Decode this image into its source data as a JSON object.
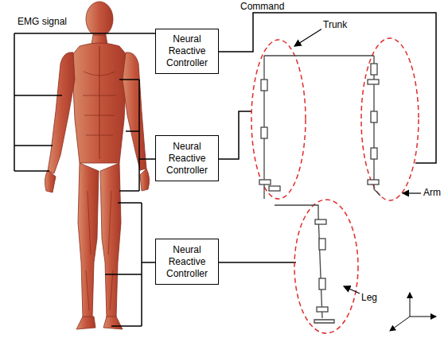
{
  "diagram": {
    "nodes": [
      {
        "text": [
          "Neural Reactive Controller"
        ]
      },
      {
        "text": [
          "Neural Reactive Controller"
        ]
      },
      {
        "text": [
          "Neural Reactive Controller"
        ]
      }
    ],
    "labels": [
      "EMG signal",
      "Command",
      "Trunk",
      "Arm",
      "Leg"
    ]
  }
}
